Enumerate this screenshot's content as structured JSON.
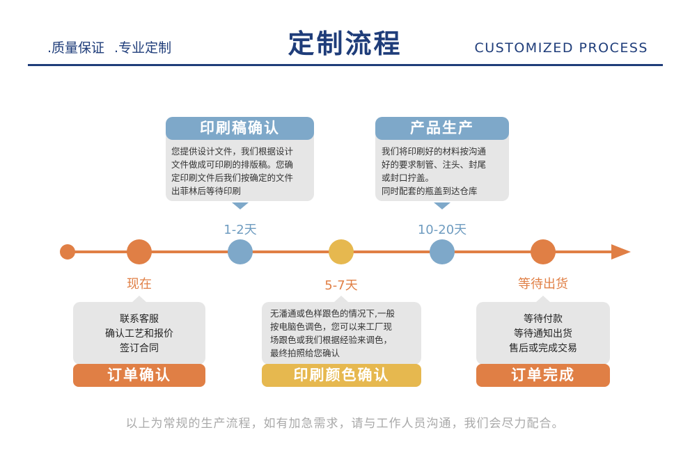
{
  "header": {
    "tagline_1": ".质量保证",
    "tagline_2": ".专业定制",
    "title": "定制流程",
    "title_en": "CUSTOMIZED PROCESS"
  },
  "top_cards": [
    {
      "title": "印刷稿确认",
      "lines": [
        "您提供设计文件，我们根据设计",
        "文件做成可印刷的排版稿。您确",
        "定印刷文件后我们按确定的文件",
        "出菲林后等待印刷"
      ],
      "duration": "1-2天"
    },
    {
      "title": "产品生产",
      "lines": [
        "我们将印刷好的材料按沟通",
        "好的要求制管、注头、封尾",
        "或封口拧盖。",
        "同时配套的瓶盖到达仓库"
      ],
      "duration": "10-20天"
    }
  ],
  "timeline": {
    "start_label": "现在",
    "middle_label": "5-7天",
    "end_label": "等待出货"
  },
  "bottom_cards": [
    {
      "title": "订单确认",
      "lines": [
        "联系客服",
        "确认工艺和报价",
        "签订合同"
      ]
    },
    {
      "title": "印刷颜色确认",
      "lines": [
        "无潘通或色样跟色的情况下,一般",
        "按电脑色调色，您可以来工厂现",
        "场跟色或我们根据经验来调色，",
        "最终拍照给您确认"
      ]
    },
    {
      "title": "订单完成",
      "lines": [
        "等待付款",
        "等待通知出货",
        "售后或完成交易"
      ]
    }
  ],
  "footer": "以上为常规的生产流程，如有加急需求，请与工作人员沟通，我们会尽力配合。",
  "colors": {
    "navy": "#1f3d7a",
    "orange": "#e07f45",
    "blue": "#7ea8c9",
    "gold": "#e6b84f",
    "card_bg": "#e6e6e6"
  }
}
